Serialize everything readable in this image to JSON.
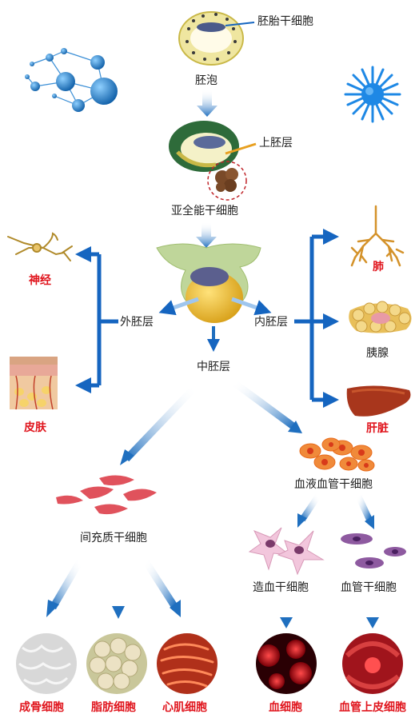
{
  "labels": {
    "embryonic_stem_cell": "胚胎干细胞",
    "blastocyst": "胚泡",
    "epiblast": "上胚层",
    "subtotipotent_stem_cell": "亚全能干细胞",
    "ectoderm": "外胚层",
    "endoderm": "内胚层",
    "mesoderm": "中胚层",
    "nerve": "神经",
    "skin": "皮肤",
    "lung": "肺",
    "pancreas": "胰腺",
    "liver": "肝脏",
    "hemangioblast": "血液血管干细胞",
    "mesenchymal_stem_cell": "间充质干细胞",
    "hematopoietic_stem_cell": "造血干细胞",
    "vascular_stem_cell": "血管干细胞",
    "osteoblast": "成骨细胞",
    "adipocyte": "脂肪细胞",
    "cardiomyocyte": "心肌细胞",
    "blood_cell": "血细胞",
    "endothelial_cell": "血管上皮细胞"
  },
  "colors": {
    "arrow_blue": "#1f6fbf",
    "bracket_blue": "#1565c0",
    "red_label": "#e0141c",
    "text": "#222222"
  }
}
